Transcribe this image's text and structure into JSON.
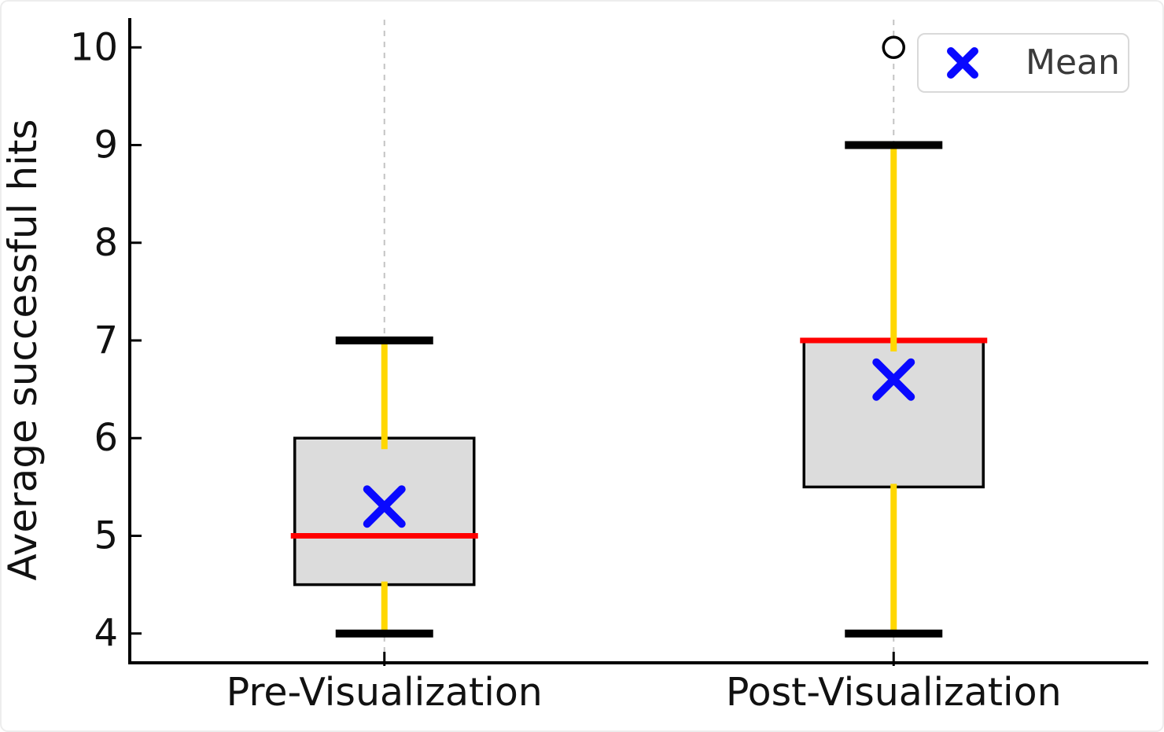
{
  "chart_data": {
    "type": "boxplot",
    "title": "",
    "xlabel": "",
    "ylabel": "Average successful hits",
    "categories": [
      "Pre-Visualization",
      "Post-Visualization"
    ],
    "yticks": [
      4,
      5,
      6,
      7,
      8,
      9,
      10
    ],
    "ylim": [
      3.7,
      10.3
    ],
    "grid": "off",
    "center_guides": "dashed-vertical",
    "series": [
      {
        "category": "Pre-Visualization",
        "whisker_low": 4,
        "q1": 4.5,
        "median": 5,
        "q3": 6,
        "whisker_high": 7,
        "mean": 5.3,
        "outliers": []
      },
      {
        "category": "Post-Visualization",
        "whisker_low": 4,
        "q1": 5.5,
        "median": 7,
        "q3": 7,
        "whisker_high": 9,
        "mean": 6.6,
        "outliers": [
          10
        ]
      }
    ],
    "legend": {
      "label": "Mean",
      "marker": "X",
      "position": "upper-right"
    },
    "colors": {
      "box_fill": "#dcdcdc",
      "box_edge": "#000000",
      "median": "#ff0000",
      "whisker": "#ffd700",
      "cap": "#000000",
      "mean_marker": "#0909ff",
      "outlier_edge": "#000000",
      "center_dash": "#c4c4c4",
      "axis": "#000000",
      "tick_text": "#111111",
      "legend_text": "#3a3a3a",
      "legend_border": "#d9d9d9"
    }
  }
}
